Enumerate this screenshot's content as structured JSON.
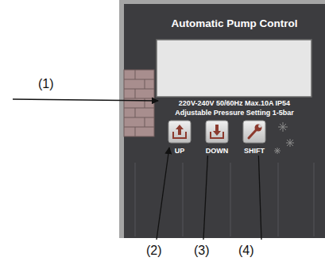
{
  "diagram": {
    "nodes": [
      {
        "text": [
          "Automatic Pump Control",
          "220V-240V 50/60Hz Max.10A IP54",
          "Adjustable Pressure Setting 1-5bar"
        ]
      },
      {
        "text": [
          "UP"
        ],
        "in": 0
      },
      {
        "text": [
          "DOWN"
        ],
        "in": 0
      },
      {
        "text": [
          "SHIFT"
        ],
        "in": 0
      }
    ],
    "labels": [
      "(1)",
      "(2)",
      "(3)",
      "(4)"
    ]
  }
}
